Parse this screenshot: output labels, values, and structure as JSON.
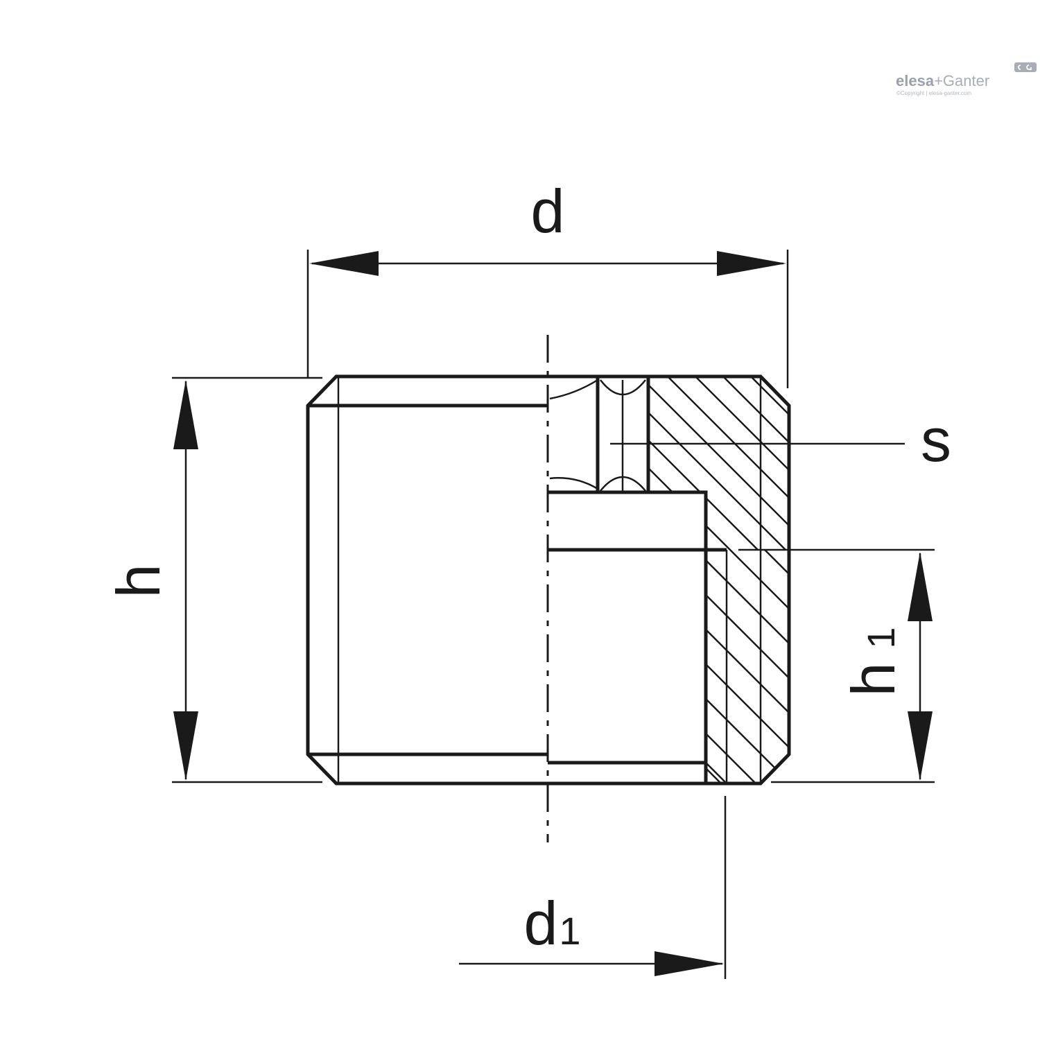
{
  "labels": {
    "d": "d",
    "d1_main": "d",
    "d1_sub": "1",
    "h": "h",
    "h1_main": "h",
    "h1_sub": "1",
    "s": "s"
  },
  "logo": {
    "brand_a": "elesa",
    "brand_sep": "+",
    "brand_b": "Ganter",
    "copyright": "©Copyright | elesa-ganter.com"
  },
  "colors": {
    "line": "#1a1a1a",
    "logo": "#a8aeb6",
    "background": "#ffffff"
  }
}
